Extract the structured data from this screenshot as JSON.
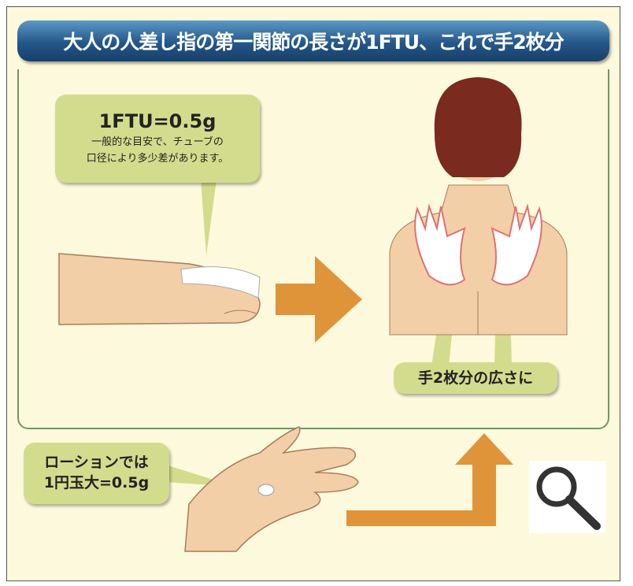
{
  "title": "大人の人差し指の第一関節の長さが1FTU、これで手2枚分",
  "ftu_bubble": {
    "heading": "1FTU=0.5g",
    "line1": "一般的な目安で、チューブの",
    "line2": "口径により多少差があります。"
  },
  "lotion_bubble": {
    "line1": "ローションでは",
    "line2": "1円玉大=0.5g"
  },
  "area_label": "手2枚分の広さに",
  "colors": {
    "title_bar": "#24578a",
    "bubble": "#d3dc8c",
    "arrow": "#e0943a",
    "background": "#fdf9dc"
  },
  "icons": {
    "zoom": "magnifier-icon"
  }
}
